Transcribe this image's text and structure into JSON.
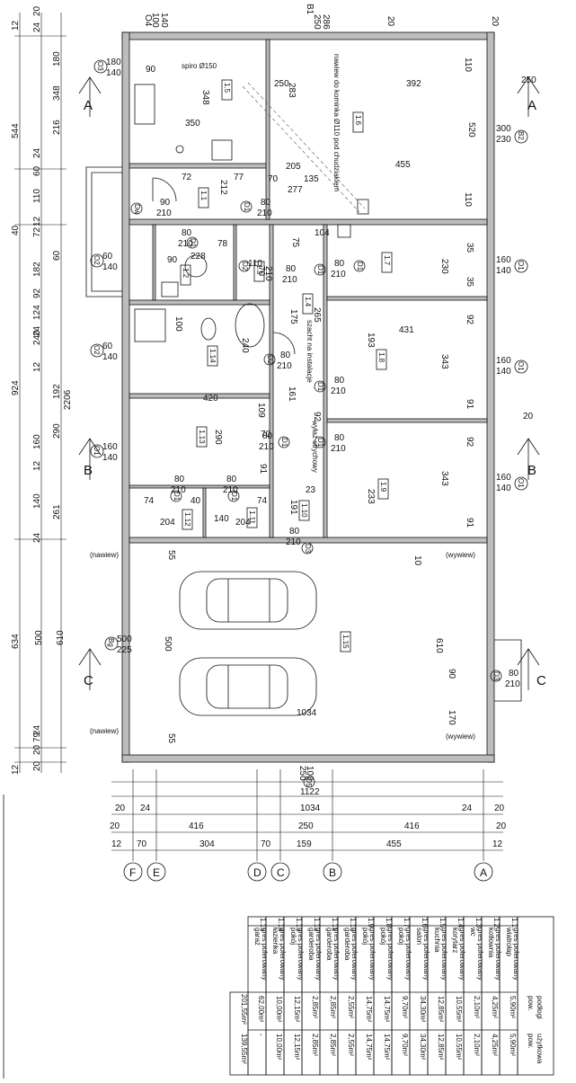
{
  "left_dims_outer": [
    "12",
    "544",
    "40",
    "924",
    "2206",
    "634",
    "12"
  ],
  "left_dims_inner": [
    "20",
    "24",
    "180",
    "348",
    "216",
    "24",
    "60",
    "110",
    "12",
    "72",
    "60",
    "182",
    "92",
    "124",
    "24",
    "240",
    "12",
    "192",
    "290",
    "160",
    "12",
    "261",
    "140",
    "24",
    "500",
    "610",
    "24",
    "79",
    "20",
    "20"
  ],
  "sections": {
    "a": "A",
    "b": "B",
    "c": "C"
  },
  "openings": {
    "o4": "O4",
    "o4_size": "100\n140",
    "o3": "O3",
    "o3_size": "180\n140",
    "o2a": "O2",
    "o2a_size": "60\n140",
    "o2b": "O2",
    "o2b_size": "60\n140",
    "o1a": "O1",
    "o1a_size": "160\n140",
    "o1b": "O1",
    "o1b_size": "160\n140",
    "o1c": "O1",
    "o1c_size": "160\n140",
    "o1d": "O1",
    "o1d_size": "160\n140",
    "b2": "B2",
    "b2_size": "300\n230",
    "b1": "B1",
    "b1_size": "250\n286",
    "bg": "Bg",
    "bg_size": "500\n225",
    "o5": "O5",
    "o5_size": "250\n100"
  },
  "doors": {
    "dw": "Dw",
    "d1": "D1",
    "d2": "D2",
    "d3": "D3",
    "size_80_210": "80\n210",
    "size_90_210": "90\n210",
    "size_70_210": "70\n210"
  },
  "rooms": [
    "1.1",
    "1.2",
    "1.3",
    "1.4",
    "1.5",
    "1.6",
    "1.7",
    "1.8",
    "1.9",
    "1.10",
    "1.11",
    "1.12",
    "1.13",
    "1.14",
    "1.15"
  ],
  "annotations": {
    "chimney": "nawiew do kominka Ø110\npod chudziakiem",
    "spiro": "spiro\nØ150",
    "szacht": "szacht\nna instalacje",
    "wyl": "wyłaz\nstrychowy",
    "nawiew_l": "(nawiew)",
    "wywiew_r": "(wywiew)"
  },
  "interior_dims": [
    "90",
    "250",
    "283",
    "348",
    "350",
    "392",
    "520",
    "455",
    "110",
    "205",
    "277",
    "135",
    "72",
    "77",
    "212",
    "90",
    "78",
    "228",
    "110",
    "104",
    "75",
    "35",
    "230",
    "35",
    "92",
    "193",
    "431",
    "343",
    "91",
    "100",
    "175",
    "265",
    "161",
    "92",
    "420",
    "109",
    "290",
    "70",
    "91",
    "74",
    "40",
    "74",
    "204",
    "140",
    "204",
    "191",
    "23",
    "233",
    "343",
    "91",
    "1034",
    "500",
    "610",
    "90",
    "55",
    "55",
    "170",
    "10"
  ],
  "bottom_dims": {
    "row1": [
      "20",
      "24",
      "1122",
      "1034",
      "24",
      "20"
    ],
    "row2": [
      "20",
      "416",
      "250",
      "416",
      "20"
    ],
    "row3": [
      "12",
      "70",
      "304",
      "70",
      "159",
      "455",
      "12"
    ]
  },
  "axes": [
    "F",
    "E",
    "D",
    "C",
    "B",
    "A"
  ],
  "table": {
    "header_area": "pow.\npodłogi",
    "header_usable": "pow.\nużytkowa",
    "rows": [
      {
        "no": "1.1",
        "name": "wiatrołap",
        "floor": "gres polerowany",
        "area": "5,90m²",
        "usable": "5,90m²"
      },
      {
        "no": "1.2",
        "name": "kotłownia",
        "floor": "gres polerowany",
        "area": "4,25m²",
        "usable": "4,25m²"
      },
      {
        "no": "1.3",
        "name": "wc",
        "floor": "gres polerowany",
        "area": "2,10m²",
        "usable": "2,10m²"
      },
      {
        "no": "1.4",
        "name": "korytarz",
        "floor": "gres polerowany",
        "area": "10,55m²",
        "usable": "10,55m²"
      },
      {
        "no": "1.5",
        "name": "kuchnia",
        "floor": "gres polerowany",
        "area": "12,85m²",
        "usable": "12,85m²"
      },
      {
        "no": "1.6",
        "name": "salon",
        "floor": "gres polerowany",
        "area": "34,30m²",
        "usable": "34,30m²"
      },
      {
        "no": "1.7",
        "name": "pokój",
        "floor": "gres polerowany",
        "area": "9,70m²",
        "usable": "9,70m²"
      },
      {
        "no": "1.8",
        "name": "pokój",
        "floor": "gres polerowany",
        "area": "14,75m²",
        "usable": "14,75m²"
      },
      {
        "no": "1.9",
        "name": "pokój",
        "floor": "gres polerowany",
        "area": "14,75m²",
        "usable": "14,75m²"
      },
      {
        "no": "1.10",
        "name": "garderoba",
        "floor": "gres polerowany",
        "area": "2,55m²",
        "usable": "2,55m²"
      },
      {
        "no": "1.11",
        "name": "garderoba",
        "floor": "gres polerowany",
        "area": "2,85m²",
        "usable": "2,85m²"
      },
      {
        "no": "1.12",
        "name": "garderoba",
        "floor": "gres polerowany",
        "area": "2,85m²",
        "usable": "2,85m²"
      },
      {
        "no": "1.13",
        "name": "pokój",
        "floor": "gres polerowany",
        "area": "12,15m²",
        "usable": "12,15m²"
      },
      {
        "no": "1.14",
        "name": "łazienka",
        "floor": "gres polerowany",
        "area": "10,00m²",
        "usable": "10,00m²"
      },
      {
        "no": "1.15",
        "name": "garaż",
        "floor": "gres polerowany",
        "area": "62,00m²",
        "usable": "-"
      }
    ],
    "total_floor": "201,55m²",
    "total_usable": "139,55m²"
  }
}
